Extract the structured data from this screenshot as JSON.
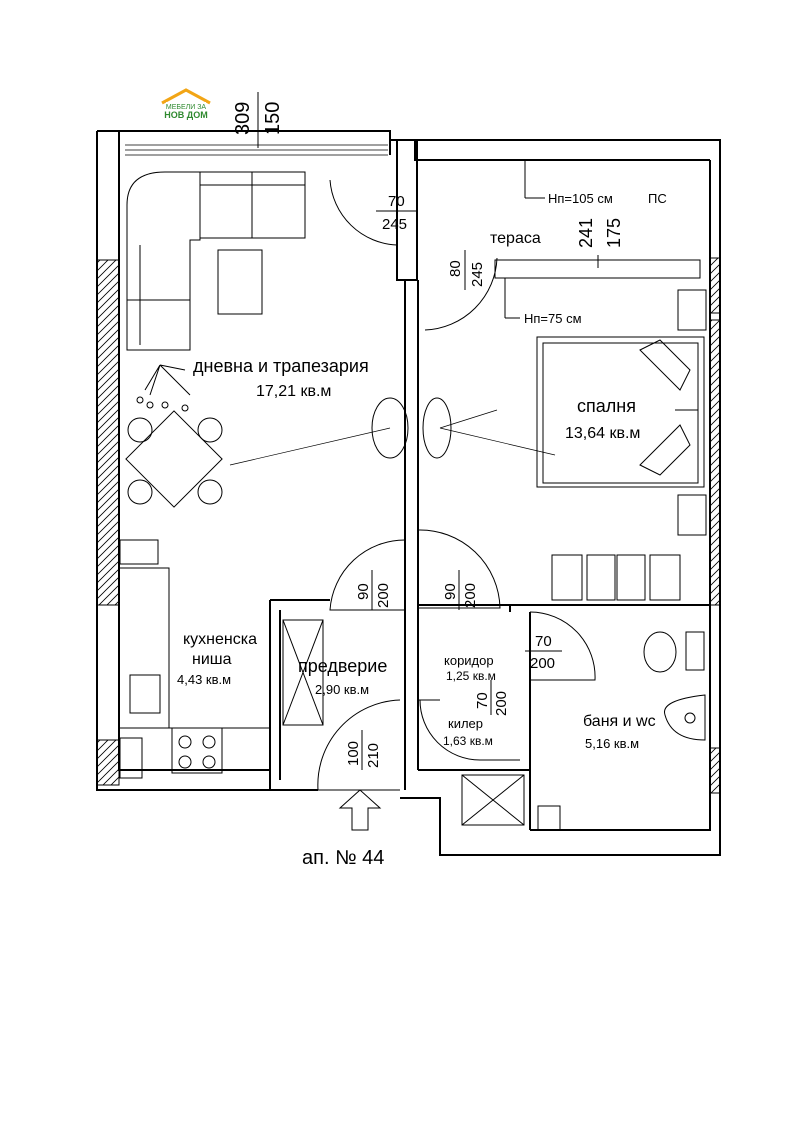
{
  "logo": {
    "line1": "МЕБЕЛИ ЗА",
    "line2": "НОВ ДОМ",
    "colors": {
      "roof": "#f2a515",
      "text": "#2f8a2f"
    }
  },
  "top_dimensions": {
    "left": "309",
    "right": "150"
  },
  "rooms": {
    "living": {
      "name": "дневна и трапезария",
      "area": "17,21 кв.м"
    },
    "bedroom": {
      "name": "спалня",
      "area": "13,64 кв.м"
    },
    "kitchen": {
      "name_line1": "кухненска",
      "name_line2": "ниша",
      "area": "4,43 кв.м"
    },
    "hall": {
      "name": "предверие",
      "area": "2,90 кв.м"
    },
    "corridor": {
      "name": "коридор",
      "area": "1,25 кв.м"
    },
    "pantry": {
      "name": "килер",
      "area": "1,63 кв.м"
    },
    "bathroom": {
      "name": "баня и wc",
      "area": "5,16 кв.м"
    },
    "terrace": {
      "name": "тераса"
    }
  },
  "notes": {
    "rail_height_top": "Нп=105 см",
    "ps": "ПС",
    "rail_height_bottom": "Нп=75 см"
  },
  "dimensions": {
    "terrace_door_w": "70",
    "terrace_door_h": "245",
    "bedroom_terrace_w": "80",
    "bedroom_terrace_h": "245",
    "terrace_depth_a": "241",
    "terrace_depth_b": "175",
    "living_door_w": "90",
    "living_door_h": "200",
    "bedroom_door_w": "90",
    "bedroom_door_h": "200",
    "bath_door_w": "70",
    "bath_door_h": "200",
    "pantry_door_w": "70",
    "pantry_door_h": "200",
    "entry_door_w": "100",
    "entry_door_h": "210"
  },
  "apartment": {
    "label": "ап. № 44"
  }
}
